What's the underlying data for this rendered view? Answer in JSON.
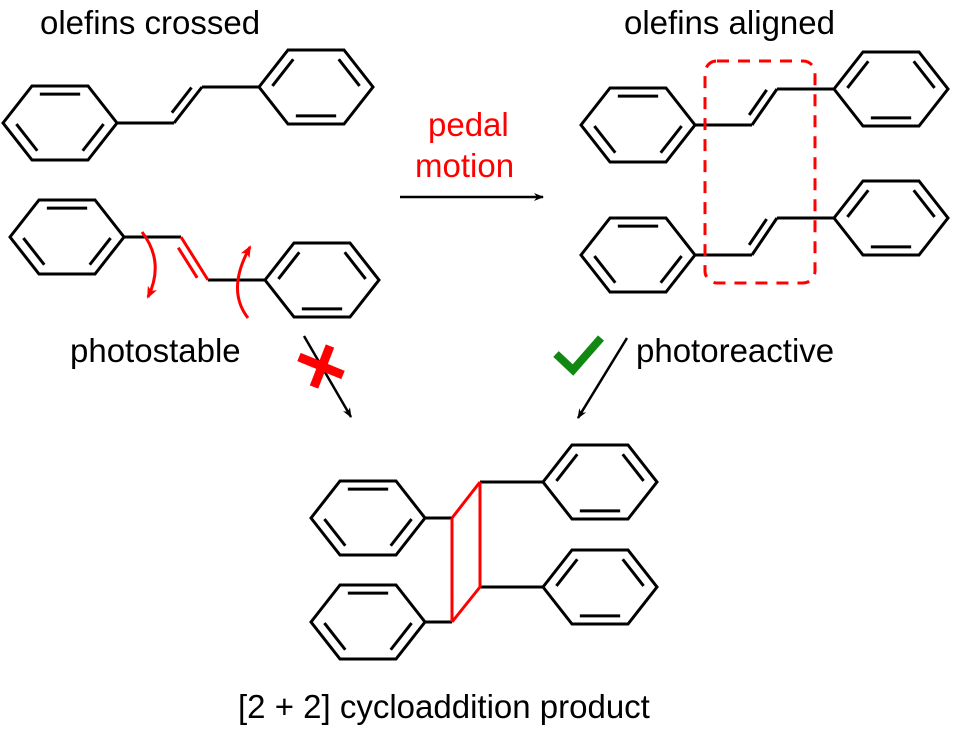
{
  "title": "Pedal motion enabling [2 + 2] photocycloaddition of stilbene olefins",
  "labels": {
    "crossed_heading": "olefins crossed",
    "aligned_heading": "olefins aligned",
    "pedal_line1": "pedal",
    "pedal_line2": "motion",
    "photostable": "photostable",
    "photoreactive": "photoreactive",
    "product": "[2 + 2] cycloaddition product"
  },
  "colors": {
    "text": "#000000",
    "highlight": "#ff0000",
    "check": "#118811"
  },
  "icons": {
    "photostable_mark": "red-x-icon",
    "photoreactive_mark": "green-check-icon"
  },
  "molecules": {
    "crossed_pair": [
      "trans-stilbene",
      "trans-stilbene"
    ],
    "aligned_pair": [
      "trans-stilbene",
      "trans-stilbene"
    ],
    "product": "tetraphenylcyclobutane"
  }
}
